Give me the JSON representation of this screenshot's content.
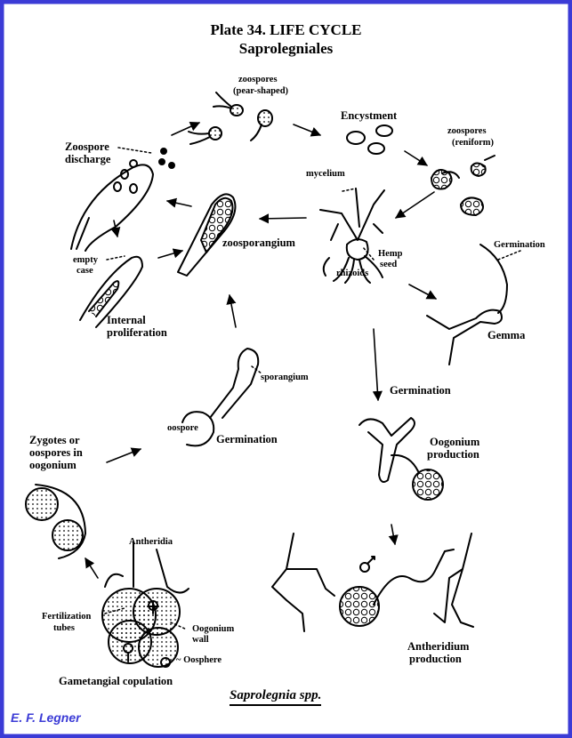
{
  "title": "Plate 34.  LIFE CYCLE",
  "subtitle": "Saprolegniales",
  "labels": {
    "zoospores_pear_1": "zoospores",
    "zoospores_pear_2": "(pear-shaped)",
    "encystment": "Encystment",
    "zoospores_reniform_1": "zoospores",
    "zoospores_reniform_2": "(reniform)",
    "zoospore_discharge_1": "Zoospore",
    "zoospore_discharge_2": "discharge",
    "mycelium": "mycelium",
    "zoosporangium": "zoosporangium",
    "empty_case_1": "empty",
    "empty_case_2": "case",
    "hemp_seed_1": "Hemp",
    "hemp_seed_2": "seed",
    "rhizoids": "rhizoids",
    "germination_top": "Germination",
    "internal_proliferation_1": "Internal",
    "internal_proliferation_2": "proliferation",
    "gemma": "Gemma",
    "sporangium": "sporangium",
    "germination_mid": "Germination",
    "oospore": "oospore",
    "germination_center": "Germination",
    "zygotes_1": "Zygotes or",
    "zygotes_2": "oospores in",
    "zygotes_3": "oogonium",
    "oogonium_production_1": "Oogonium",
    "oogonium_production_2": "production",
    "antheridia": "Antheridia",
    "fertilization_tubes_1": "Fertilization",
    "fertilization_tubes_2": "tubes",
    "oogonium_wall_1": "Oogonium",
    "oogonium_wall_2": "wall",
    "oosphere": "~ Oosphere",
    "antheridium_production_1": "Antheridium",
    "antheridium_production_2": "production",
    "gametangial_copulation": "Gametangial copulation"
  },
  "species": "Saprolegnia spp.",
  "credit": "E. F. Legner",
  "colors": {
    "border": "#3b3bd6",
    "ink": "#000000",
    "background": "#ffffff"
  }
}
